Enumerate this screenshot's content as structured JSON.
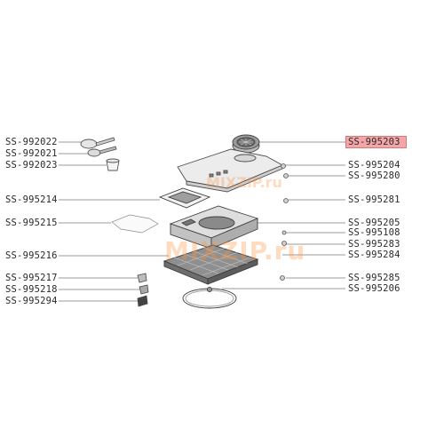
{
  "left_labels": [
    {
      "code": "SS-992022"
    },
    {
      "code": "SS-992021"
    },
    {
      "code": "SS-992023"
    },
    {
      "code": "SS-995214"
    },
    {
      "code": "SS-995215"
    },
    {
      "code": "SS-995216"
    },
    {
      "code": "SS-995217"
    },
    {
      "code": "SS-995218"
    },
    {
      "code": "SS-995294"
    }
  ],
  "right_labels": [
    {
      "code": "SS-995203",
      "highlight_color": "#f4a5a8"
    },
    {
      "code": "SS-995204"
    },
    {
      "code": "SS-995280"
    },
    {
      "code": "SS-995281"
    },
    {
      "code": "SS-995205"
    },
    {
      "code": "SS-995108"
    },
    {
      "code": "SS-995283"
    },
    {
      "code": "SS-995284"
    },
    {
      "code": "SS-995285"
    },
    {
      "code": "SS-995206"
    }
  ],
  "watermarks": [
    "MIXZIP.ru",
    "MIXZIP.ru"
  ],
  "colors": {
    "highlight": "#f4a5a8",
    "text": "#2a2a2a",
    "watermark": "#ff913c"
  }
}
